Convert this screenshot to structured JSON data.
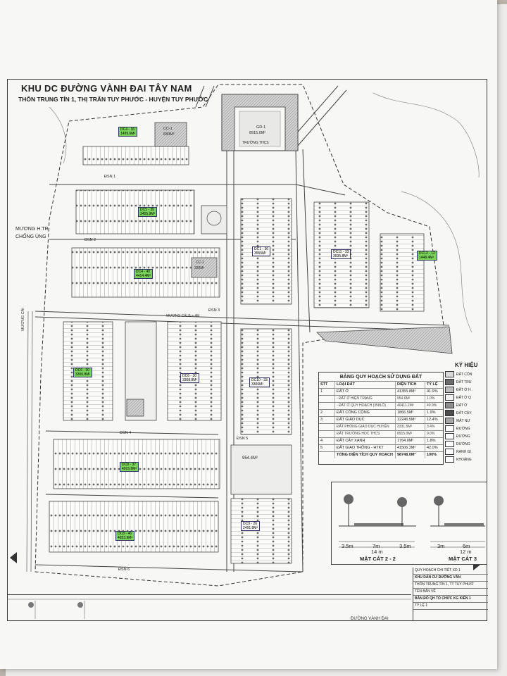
{
  "title": {
    "main": "KHU DC ĐƯỜNG VÀNH ĐAI TÂY NAM",
    "sub": "THÔN TRUNG TÍN 1, THỊ TRẤN TUY PHƯỚC - HUYỆN TUY PHƯỚC"
  },
  "labels": {
    "muong_north": "MƯƠNG H.TR",
    "muong_north2": "CHỐNG ÚNG",
    "muong_cai": "MƯƠNG CÁI",
    "muong_cai_b4": "MƯƠNG CÁI B = 4M",
    "truong": "TRƯỜNG THCS",
    "gd1": "GD-1",
    "gd1_area": "8915.0M²",
    "cc1": "CC-1",
    "cc1_area": "830M²",
    "cc2": "CC-1",
    "cc2_area": "330M²",
    "parking": "954.4M²",
    "road_dsn1": "ĐSN 1",
    "road_dsn2": "ĐSN 2",
    "road_dsn3": "ĐSN 3",
    "road_dsn4": "ĐSN 4",
    "road_dsn5": "ĐSN 5",
    "road_dsn6": "ĐSN 6",
    "road_bottom": "ĐƯỜNG VÀNH ĐAI"
  },
  "blocks": [
    {
      "id": "DC4 - 16",
      "area": "1499.0M²"
    },
    {
      "id": "DC5 - 30",
      "area": "3455.9M²"
    },
    {
      "id": "DC4 - 40",
      "area": "4414.4M²"
    },
    {
      "id": "DC6 - 30",
      "area": "3306.8M²"
    },
    {
      "id": "DC6 - 30",
      "area": "3308.8M²"
    },
    {
      "id": "DC10 - 33",
      "area": "3306M²"
    },
    {
      "id": "DC1 - 36",
      "area": "3555M²"
    },
    {
      "id": "DC11 - 33",
      "area": "3535.8M²"
    },
    {
      "id": "DC12 - 12",
      "area": "1448.4M²"
    },
    {
      "id": "DC8 - 37",
      "area": "4915.8M²"
    },
    {
      "id": "DC9 - 26",
      "area": "2491.8M²"
    },
    {
      "id": "DC8 - 46",
      "area": "4953.9M²"
    }
  ],
  "land_table": {
    "title": "BẢNG QUY HOẠCH SỬ DỤNG ĐẤT",
    "headers": [
      "STT",
      "LOẠI ĐẤT",
      "DIỆN TÍCH",
      "TỶ LỆ"
    ],
    "rows": [
      {
        "stt": "1",
        "type": "ĐẤT Ở",
        "area": "41355.8M²",
        "pct": "41.9%",
        "sub": false
      },
      {
        "stt": "",
        "type": "- ĐẤT Ở HIỆN TRẠNG",
        "area": "954.6M²",
        "pct": "1.0%",
        "sub": true
      },
      {
        "stt": "",
        "type": "- ĐẤT Ở QUY HOẠCH (358LÔ)",
        "area": "40411.2M²",
        "pct": "40.9%",
        "sub": true
      },
      {
        "stt": "2",
        "type": "ĐẤT CÔNG CỘNG",
        "area": "1866.5M²",
        "pct": "1.9%",
        "sub": false
      },
      {
        "stt": "3",
        "type": "ĐẤT GIÁO DỤC",
        "area": "12246.5M²",
        "pct": "12.4%",
        "sub": false
      },
      {
        "stt": "",
        "type": "ĐẤT PHÒNG GIÁO DỤC HUYỆN",
        "area": "3331.5M²",
        "pct": "3.4%",
        "sub": true
      },
      {
        "stt": "",
        "type": "ĐẤT TRƯỜNG HỌC THCS",
        "area": "8915.0M²",
        "pct": "9.0%",
        "sub": true
      },
      {
        "stt": "4",
        "type": "ĐẤT CÂY XANH",
        "area": "1764.0M²",
        "pct": "1.8%",
        "sub": false
      },
      {
        "stt": "5",
        "type": "ĐẤT GIAO THÔNG - HTKT",
        "area": "41506.2M²",
        "pct": "42.0%",
        "sub": false
      }
    ],
    "total": {
      "label": "TỔNG DIỆN TÍCH QUY HOẠCH",
      "area": "98748.0M²",
      "pct": "100%"
    }
  },
  "key": {
    "title": "KÝ HIỆU",
    "items": [
      {
        "label": "ĐẤT CÔN",
        "color": "#d9d9d9"
      },
      {
        "label": "ĐẤT TRU",
        "color": "#6b6b6b"
      },
      {
        "label": "ĐẤT Ở H",
        "color": "#bdbdbd"
      },
      {
        "label": "ĐẤT Ở Q",
        "color": "#f2f2f2"
      },
      {
        "label": "ĐẤT Ở",
        "color": "#8c8c8c"
      },
      {
        "label": "ĐẤT CÂY",
        "color": "#4d4d4d"
      },
      {
        "label": "MẶT NƯ",
        "color": "#a6a6a6"
      },
      {
        "label": "ĐƯỜNG",
        "color": "#ffffff"
      },
      {
        "label": "ĐƯỜNG",
        "color": "#ffffff"
      },
      {
        "label": "ĐƯỜNG",
        "color": "#ffffff"
      },
      {
        "label": "RANH GI",
        "color": "#ffffff"
      },
      {
        "label": "KHOẢNG",
        "color": "#ffffff"
      }
    ]
  },
  "sections": {
    "s22": "MẶT CẮT 2 - 2",
    "s33": "MẶT CẮT 3",
    "dims_22": [
      "3.5m",
      "7m",
      "3.5m"
    ],
    "total_22": "14 m",
    "dims_33": [
      "3m",
      "6m"
    ],
    "total_33": "12 m"
  },
  "title_block": {
    "lines": [
      "QUY HOẠCH CHI TIẾT XD 1",
      "KHU DÂN CƯ ĐƯỜNG VÀN",
      "THÔN TRUNG TÍN 1, TT TUY PHƯỚ",
      "TÊN BẢN VẼ",
      "BẢN ĐỒ QH TỔ CHỨC KG KIẾN 1",
      "TỶ LỆ 1"
    ]
  }
}
